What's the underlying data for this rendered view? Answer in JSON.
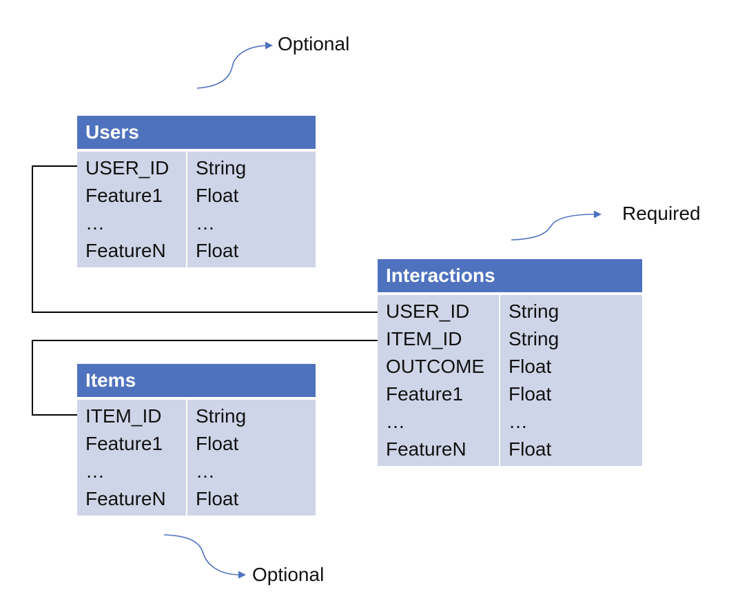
{
  "notes": {
    "users_note": "Optional",
    "interactions_note": "Required",
    "items_note": "Optional"
  },
  "tables": {
    "users": {
      "title": "Users",
      "rows": [
        {
          "field": "USER_ID",
          "type": "String"
        },
        {
          "field": "Feature1",
          "type": "Float"
        },
        {
          "field": "…",
          "type": "…"
        },
        {
          "field": "FeatureN",
          "type": "Float"
        }
      ]
    },
    "items": {
      "title": "Items",
      "rows": [
        {
          "field": "ITEM_ID",
          "type": "String"
        },
        {
          "field": "Feature1",
          "type": "Float"
        },
        {
          "field": "…",
          "type": "…"
        },
        {
          "field": "FeatureN",
          "type": "Float"
        }
      ]
    },
    "interactions": {
      "title": "Interactions",
      "rows": [
        {
          "field": "USER_ID",
          "type": "String"
        },
        {
          "field": "ITEM_ID",
          "type": "String"
        },
        {
          "field": "OUTCOME",
          "type": "Float"
        },
        {
          "field": "Feature1",
          "type": "Float"
        },
        {
          "field": "…",
          "type": "…"
        },
        {
          "field": "FeatureN",
          "type": "Float"
        }
      ]
    }
  },
  "colors": {
    "header": "#4f72be",
    "body": "#cfd5e8",
    "arrow": "#4f72be",
    "connector": "#000000"
  }
}
